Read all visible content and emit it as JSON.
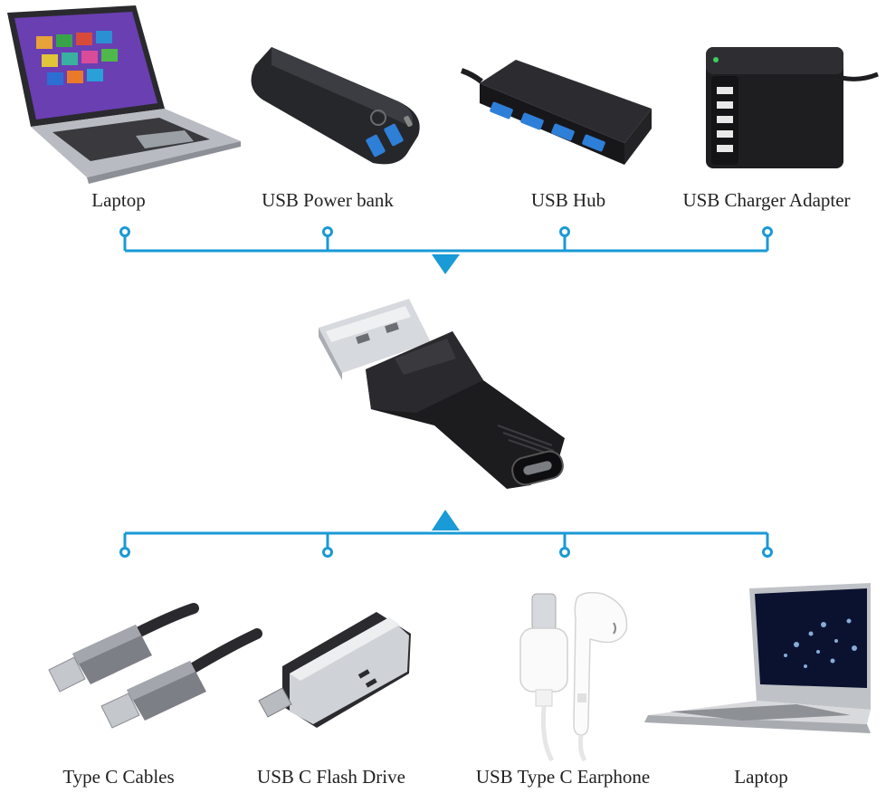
{
  "colors": {
    "connector": "#1a9ad6",
    "device_dark": "#1e1e20",
    "usb_blue": "#2e7fd8",
    "metal": "#c9ccd0"
  },
  "top_row": {
    "items": [
      {
        "label": "Laptop",
        "icon": "laptop-icon"
      },
      {
        "label": "USB Power bank",
        "icon": "power-bank-icon"
      },
      {
        "label": "USB Hub",
        "icon": "usb-hub-icon"
      },
      {
        "label": "USB Charger Adapter",
        "icon": "charger-adapter-icon"
      }
    ]
  },
  "center": {
    "icon": "usb-a-to-type-c-adapter-icon"
  },
  "bottom_row": {
    "items": [
      {
        "label": "Type C Cables",
        "icon": "type-c-cables-icon"
      },
      {
        "label": "USB C Flash Drive",
        "icon": "flash-drive-icon"
      },
      {
        "label": "USB Type C Earphone",
        "icon": "earphone-icon"
      },
      {
        "label": "Laptop",
        "icon": "laptop-silver-icon"
      }
    ]
  }
}
